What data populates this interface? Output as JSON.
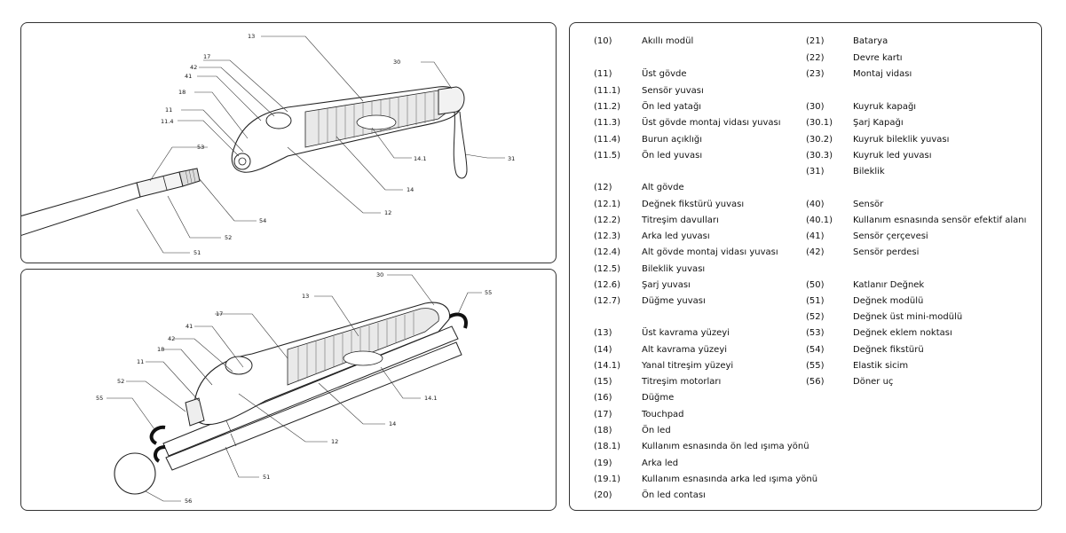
{
  "top_view": {
    "callouts": [
      "13",
      "17",
      "42",
      "41",
      "18",
      "11",
      "11.4",
      "53",
      "30",
      "14.1",
      "31",
      "14",
      "54",
      "12",
      "52",
      "51"
    ]
  },
  "bottom_view": {
    "callouts": [
      "30",
      "55",
      "13",
      "17",
      "41",
      "42",
      "18",
      "11",
      "52",
      "55",
      "14.1",
      "14",
      "12",
      "51",
      "56"
    ]
  },
  "legend": {
    "left": [
      {
        "code": "(10)",
        "label": "Akıllı modül"
      },
      {
        "code": "(11)",
        "label": "Üst gövde"
      },
      {
        "code": "(11.1)",
        "label": "Sensör yuvası"
      },
      {
        "code": "(11.2)",
        "label": "Ön led yatağı"
      },
      {
        "code": "(11.3)",
        "label": "Üst gövde montaj vidası yuvası"
      },
      {
        "code": "(11.4)",
        "label": "Burun açıklığı"
      },
      {
        "code": "(11.5)",
        "label": "Ön led yuvası"
      },
      {
        "code": "(12)",
        "label": "Alt gövde"
      },
      {
        "code": "(12.1)",
        "label": "Değnek fikstürü yuvası"
      },
      {
        "code": "(12.2)",
        "label": "Titreşim davulları"
      },
      {
        "code": "(12.3)",
        "label": "Arka led yuvası"
      },
      {
        "code": "(12.4)",
        "label": "Alt gövde montaj vidası yuvası"
      },
      {
        "code": "(12.5)",
        "label": "Bileklik yuvası"
      },
      {
        "code": "(12.6)",
        "label": "Şarj yuvası"
      },
      {
        "code": "(12.7)",
        "label": "Düğme yuvası"
      },
      {
        "code": "(13)",
        "label": "Üst kavrama yüzeyi"
      },
      {
        "code": "(14)",
        "label": "Alt kavrama yüzeyi"
      },
      {
        "code": "(14.1)",
        "label": "Yanal titreşim yüzeyi"
      },
      {
        "code": "(15)",
        "label": "Titreşim motorları"
      },
      {
        "code": "(16)",
        "label": "Düğme"
      },
      {
        "code": "(17)",
        "label": "Touchpad"
      },
      {
        "code": "(18)",
        "label": "Ön led"
      },
      {
        "code": "(18.1)",
        "label": "Kullanım esnasında ön led ışıma yönü"
      },
      {
        "code": "(19)",
        "label": "Arka led"
      },
      {
        "code": "(19.1)",
        "label": "Kullanım esnasında arka led ışıma yönü"
      },
      {
        "code": "(20)",
        "label": "Ön led contası"
      }
    ],
    "right": [
      {
        "code": "(21)",
        "label": "Batarya"
      },
      {
        "code": "(22)",
        "label": "Devre kartı"
      },
      {
        "code": "(23)",
        "label": "Montaj vidası"
      },
      {
        "code": "(30)",
        "label": "Kuyruk kapağı"
      },
      {
        "code": "(30.1)",
        "label": "Şarj Kapağı"
      },
      {
        "code": "(30.2)",
        "label": "Kuyruk bileklik yuvası"
      },
      {
        "code": "(30.3)",
        "label": "Kuyruk led yuvası"
      },
      {
        "code": "(31)",
        "label": "Bileklik"
      },
      {
        "code": "(40)",
        "label": "Sensör"
      },
      {
        "code": "(40.1)",
        "label": "Kullanım esnasında sensör efektif alanı"
      },
      {
        "code": "(41)",
        "label": "Sensör çerçevesi"
      },
      {
        "code": "(42)",
        "label": "Sensör perdesi"
      },
      {
        "code": "(50)",
        "label": "Katlanır Değnek"
      },
      {
        "code": "(51)",
        "label": "Değnek modülü"
      },
      {
        "code": "(52)",
        "label": "Değnek üst mini-modülü"
      },
      {
        "code": "(53)",
        "label": "Değnek eklem noktası"
      },
      {
        "code": "(54)",
        "label": "Değnek fikstürü"
      },
      {
        "code": "(55)",
        "label": "Elastik sicim"
      },
      {
        "code": "(56)",
        "label": "Döner uç"
      }
    ]
  }
}
